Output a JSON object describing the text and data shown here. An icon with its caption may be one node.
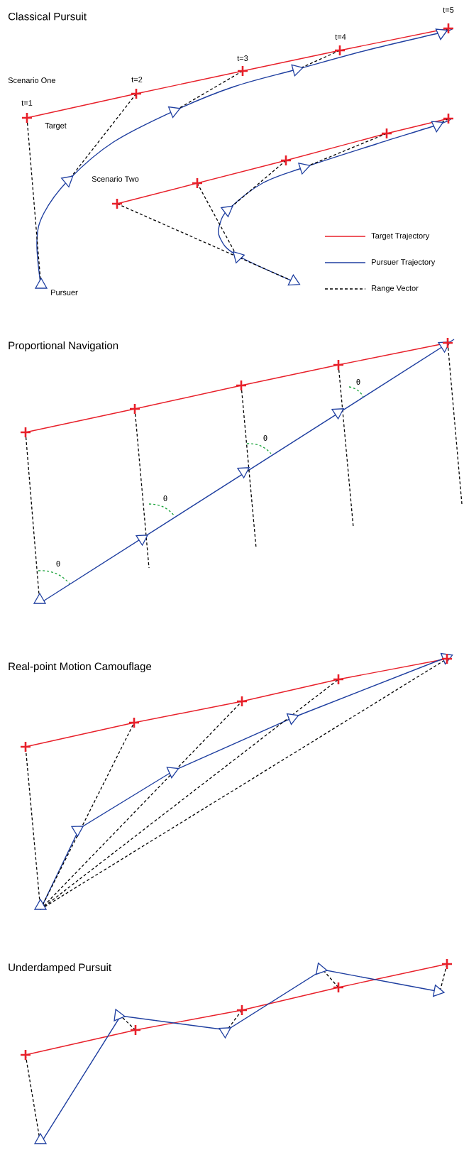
{
  "diagram": {
    "labels": [
      "Classical Pursuit",
      "t=5",
      "t=4",
      "t=3",
      "Scenario One",
      "t=2",
      "t=1",
      "Target",
      "Scenario Two",
      "Pursuer",
      "Proportional Navigation",
      "θ",
      "θ",
      "θ",
      "θ",
      "Real-point Motion Camouflage",
      "Underdamped Pursuit"
    ],
    "legend": [
      {
        "text": "Target Trajectory"
      },
      {
        "text": "Pursuer Trajectory"
      },
      {
        "text": "Range Vector"
      }
    ]
  }
}
